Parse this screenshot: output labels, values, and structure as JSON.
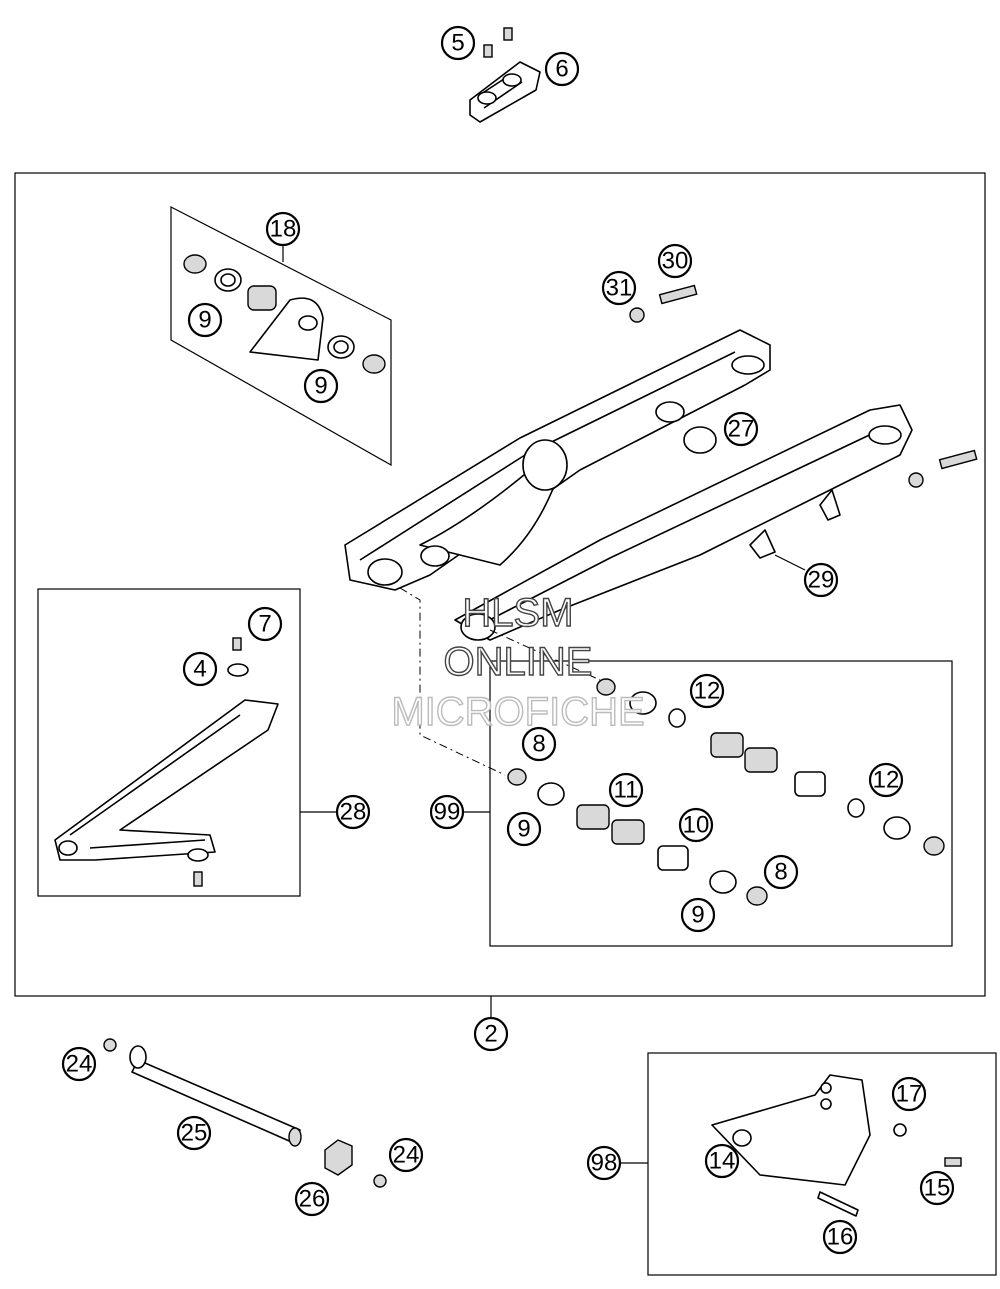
{
  "callouts": [
    {
      "id": "c5",
      "label": "5"
    },
    {
      "id": "c6",
      "label": "6"
    },
    {
      "id": "c18",
      "label": "18"
    },
    {
      "id": "c9a",
      "label": "9"
    },
    {
      "id": "c9b",
      "label": "9"
    },
    {
      "id": "c30",
      "label": "30"
    },
    {
      "id": "c31",
      "label": "31"
    },
    {
      "id": "c27",
      "label": "27"
    },
    {
      "id": "c29",
      "label": "29"
    },
    {
      "id": "c7",
      "label": "7"
    },
    {
      "id": "c4",
      "label": "4"
    },
    {
      "id": "c28",
      "label": "28"
    },
    {
      "id": "c12a",
      "label": "12"
    },
    {
      "id": "c12b",
      "label": "12"
    },
    {
      "id": "c8a",
      "label": "8"
    },
    {
      "id": "c8b",
      "label": "8"
    },
    {
      "id": "c11",
      "label": "11"
    },
    {
      "id": "c10",
      "label": "10"
    },
    {
      "id": "c99",
      "label": "99"
    },
    {
      "id": "c9c",
      "label": "9"
    },
    {
      "id": "c9d",
      "label": "9"
    },
    {
      "id": "c2",
      "label": "2"
    },
    {
      "id": "c24a",
      "label": "24"
    },
    {
      "id": "c25",
      "label": "25"
    },
    {
      "id": "c24b",
      "label": "24"
    },
    {
      "id": "c26",
      "label": "26"
    },
    {
      "id": "c17",
      "label": "17"
    },
    {
      "id": "c98",
      "label": "98"
    },
    {
      "id": "c14",
      "label": "14"
    },
    {
      "id": "c15",
      "label": "15"
    },
    {
      "id": "c16",
      "label": "16"
    }
  ],
  "watermark": {
    "line1": "HLSM",
    "line2": "ONLINE",
    "line3": "MICROFICHE"
  }
}
